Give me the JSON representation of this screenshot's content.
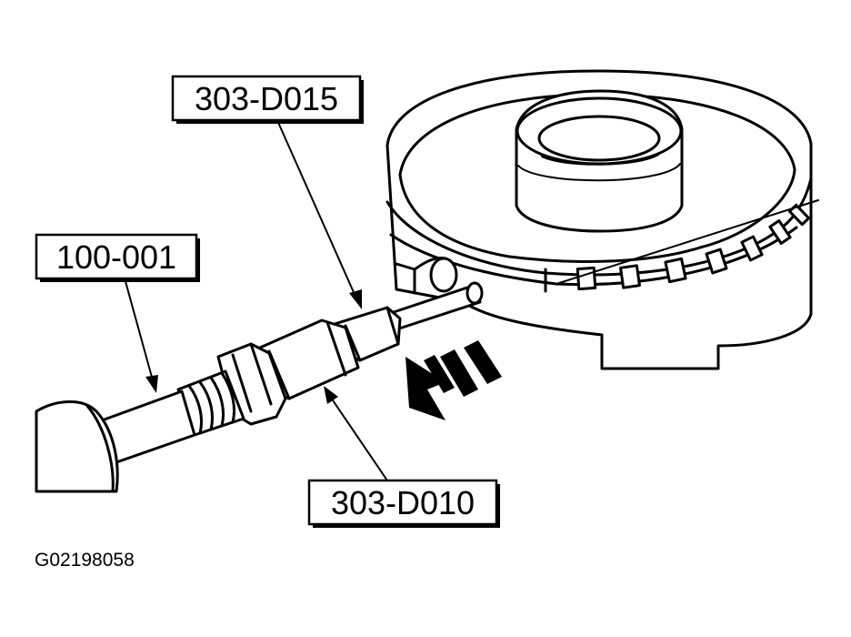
{
  "callouts": {
    "tool_303_d015": "303-D015",
    "tool_100_001": "100-001",
    "tool_303_d010": "303-D010"
  },
  "figure_id": "G02198058",
  "colors": {
    "line": "#000000",
    "background": "#ffffff"
  }
}
